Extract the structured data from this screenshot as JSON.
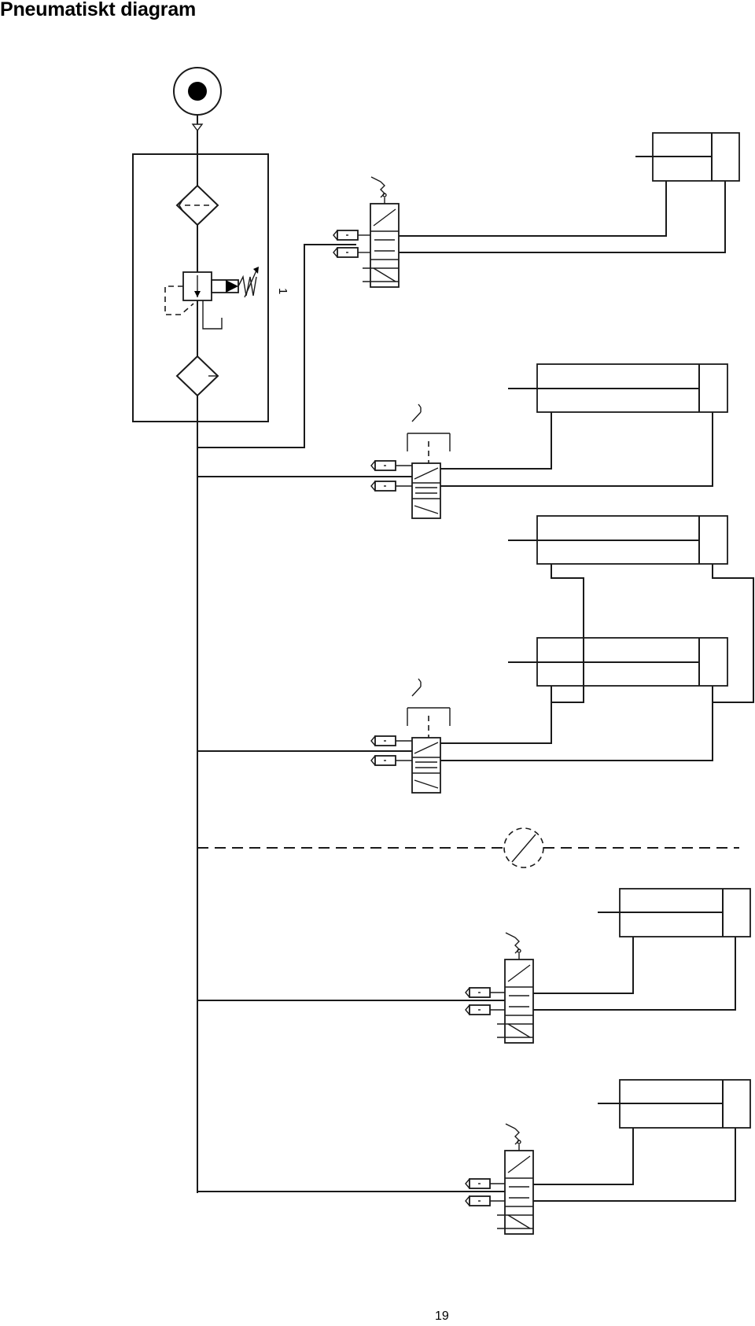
{
  "page": {
    "title": "Pneumatiskt diagram",
    "page_number": "19"
  },
  "diagram": {
    "unit_label": "1"
  }
}
